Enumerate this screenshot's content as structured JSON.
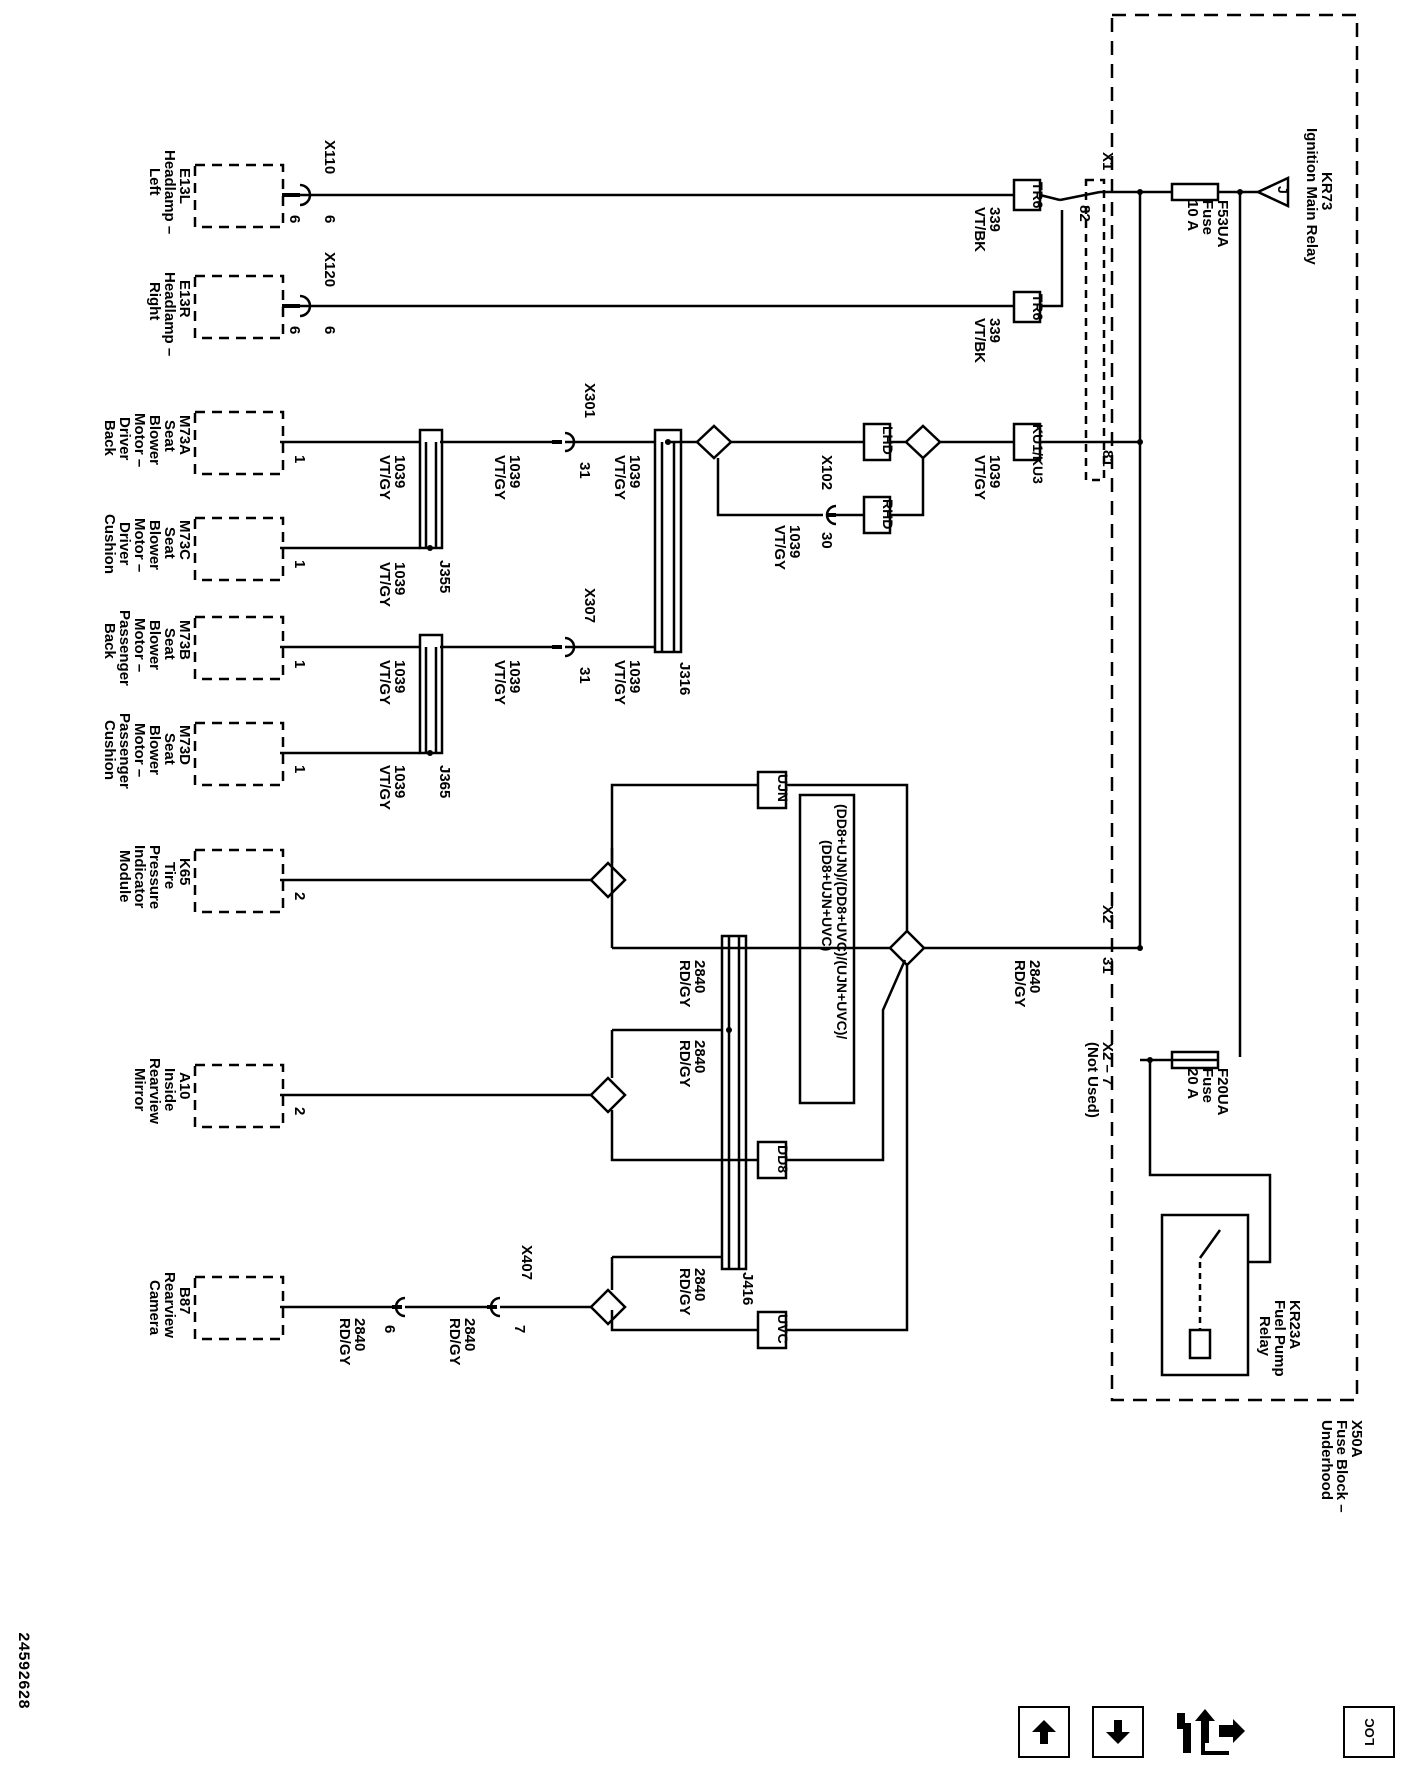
{
  "diagram_id": "24592628",
  "fuse_block": {
    "name": "X50A",
    "desc": [
      "Fuse Block –",
      "Underhood"
    ]
  },
  "relays": {
    "main": {
      "name": "KR73",
      "desc": "Ignition Main Relay",
      "pin": "J"
    },
    "fuel": {
      "name": "KR23A",
      "desc": [
        "Fuel Pump",
        "Relay"
      ]
    }
  },
  "fuses": {
    "f53": {
      "name": "F53UA",
      "desc": "Fuse",
      "rating": "10 A"
    },
    "f20": {
      "name": "F20UA",
      "desc": "Fuse",
      "rating": "20 A"
    }
  },
  "connectors": {
    "x1": "X1",
    "x1_82": "82",
    "x1_81": "81",
    "x2": "X2",
    "x2_31": "31",
    "x2_7": "X2 – 7",
    "not_used": "(Not Used)",
    "x110": "X110",
    "x120": "X120",
    "pin6": "6",
    "x301": "X301",
    "x307": "X307",
    "pin31": "31",
    "x102": "X102",
    "pin30": "30",
    "x407": "X407",
    "pin7": "7",
    "pin6b": "6"
  },
  "options": {
    "tr6": "TR6",
    "ku": "KU1/KU3",
    "lhd": "LHD",
    "rhd": "RHD",
    "ujn": "UJN",
    "dd8": "DD8",
    "uvc": "UVC",
    "combo": [
      "(DD8+UJN)/(DD8+UVC)/(UJN+UVC)/",
      "(DD8+UJN+UVC)"
    ]
  },
  "splices": {
    "j316": "J316",
    "j355": "J355",
    "j365": "J365",
    "j416": "J416"
  },
  "wires": {
    "w339": [
      "339",
      "VT/BK"
    ],
    "w1039": [
      "1039",
      "VT/GY"
    ],
    "w2840": [
      "2840",
      "RD/GY"
    ]
  },
  "components": {
    "e13l": {
      "name": "E13L",
      "desc": [
        "Headlamp –",
        "Left"
      ],
      "pin": "6"
    },
    "e13r": {
      "name": "E13R",
      "desc": [
        "Headlamp –",
        "Right"
      ],
      "pin": "6"
    },
    "m73a": {
      "name": "M73A",
      "desc": [
        "Seat",
        "Blower",
        "Motor –",
        "Driver",
        "Back"
      ],
      "pin": "1"
    },
    "m73c": {
      "name": "M73C",
      "desc": [
        "Seat",
        "Blower",
        "Motor –",
        "Driver",
        "Cushion"
      ],
      "pin": "1"
    },
    "m73b": {
      "name": "M73B",
      "desc": [
        "Seat",
        "Blower",
        "Motor –",
        "Passenger",
        "Back"
      ],
      "pin": "1"
    },
    "m73d": {
      "name": "M73D",
      "desc": [
        "Seat",
        "Blower",
        "Motor –",
        "Passenger",
        "Cushion"
      ],
      "pin": "1"
    },
    "k65": {
      "name": "K65",
      "desc": [
        "Tire",
        "Pressure",
        "Indicator",
        "Module"
      ],
      "pin": "2"
    },
    "a10": {
      "name": "A10",
      "desc": [
        "Inside",
        "Rearview",
        "Mirror"
      ],
      "pin": "2"
    },
    "b87": {
      "name": "B87",
      "desc": [
        "Rearview",
        "Camera"
      ],
      "pin": "6"
    }
  },
  "nav": {
    "up": "up-arrow",
    "down": "down-arrow",
    "tool": "wrench-route-icon",
    "loc": "loc-icon",
    "loc_label": "LOC"
  }
}
